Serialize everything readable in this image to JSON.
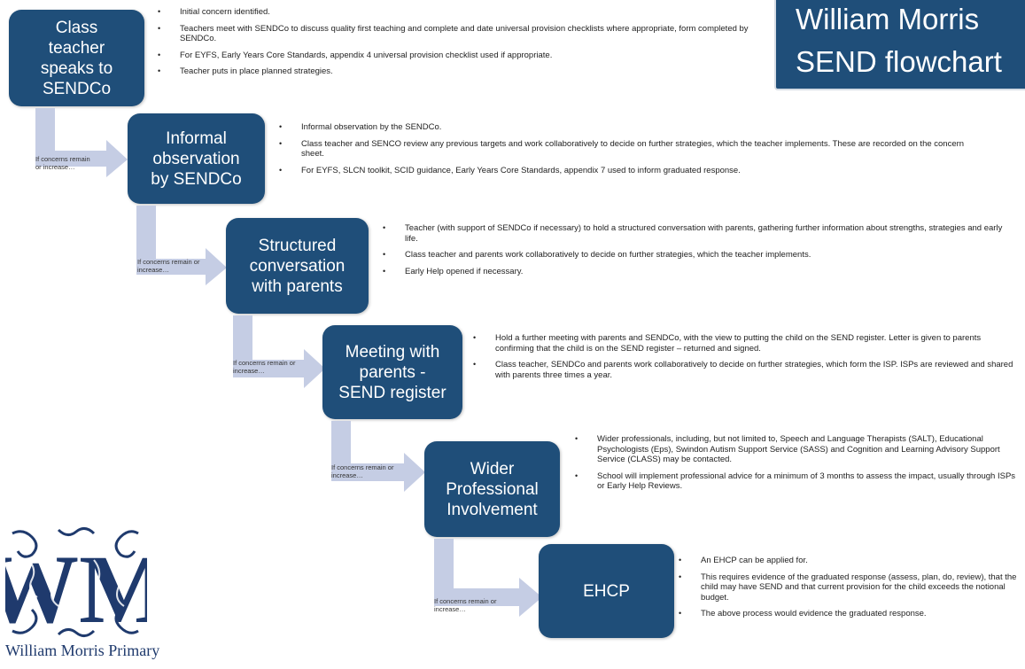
{
  "title": {
    "line1": "William Morris",
    "line2": "SEND flowchart"
  },
  "connector_label": "If concerns remain or increase…",
  "steps": [
    {
      "label_lines": [
        "Class",
        "teacher",
        "speaks to",
        "SENDCo"
      ],
      "bullets": [
        "Initial concern identified.",
        "Teachers meet with SENDCo to discuss quality first teaching and complete and date universal provision checklists where appropriate, form completed by SENDCo.",
        "For EYFS, Early Years Core Standards, appendix 4 universal provision checklist used if appropriate.",
        "Teacher puts in place planned strategies."
      ]
    },
    {
      "label_lines": [
        "Informal",
        "observation",
        "by SENDCo"
      ],
      "bullets": [
        "Informal observation by the SENDCo.",
        "Class teacher and SENCO review any previous targets and work collaboratively to decide on further strategies, which the teacher implements. These are recorded on the concern sheet.",
        "For EYFS, SLCN toolkit, SCID guidance, Early Years Core Standards, appendix 7 used to inform graduated response."
      ]
    },
    {
      "label_lines": [
        "Structured",
        "conversation",
        "with parents"
      ],
      "bullets": [
        "Teacher (with support of SENDCo if necessary) to hold a structured conversation with parents, gathering further information about strengths, strategies and early life.",
        "Class teacher and parents work collaboratively to decide on further strategies, which the teacher implements.",
        "Early Help opened if necessary."
      ]
    },
    {
      "label_lines": [
        "Meeting with",
        "parents -",
        "SEND register"
      ],
      "bullets": [
        "Hold a further meeting with parents and SENDCo, with the view to putting the child on the SEND register. Letter is given to parents confirming that the child is on the SEND register – returned and signed.",
        "Class teacher, SENDCo and parents work collaboratively to decide on further strategies, which form the ISP. ISPs are reviewed and shared with parents three times a year."
      ]
    },
    {
      "label_lines": [
        "Wider",
        "Professional",
        "Involvement"
      ],
      "bullets": [
        "Wider professionals, including, but not limited to, Speech and Language Therapists (SALT), Educational Psychologists (Eps), Swindon Autism Support Service (SASS) and Cognition and Learning Advisory Support Service (CLASS) may be contacted.",
        "School will implement professional advice for a minimum of 3 months to assess the impact, usually through ISPs or Early Help Reviews."
      ]
    },
    {
      "label_lines": [
        "EHCP"
      ],
      "bullets": [
        "An EHCP can be applied for.",
        "This requires evidence of the graduated response (assess, plan, do, review), that the child may have SEND and that current provision for the child exceeds the notional budget.",
        "The above process would evidence the graduated response."
      ]
    }
  ],
  "logo": {
    "monogram": "WM",
    "name": "William Morris Primary"
  },
  "colors": {
    "box": "#1f4e79",
    "arrow": "#c5cde4",
    "text": "#222222"
  }
}
